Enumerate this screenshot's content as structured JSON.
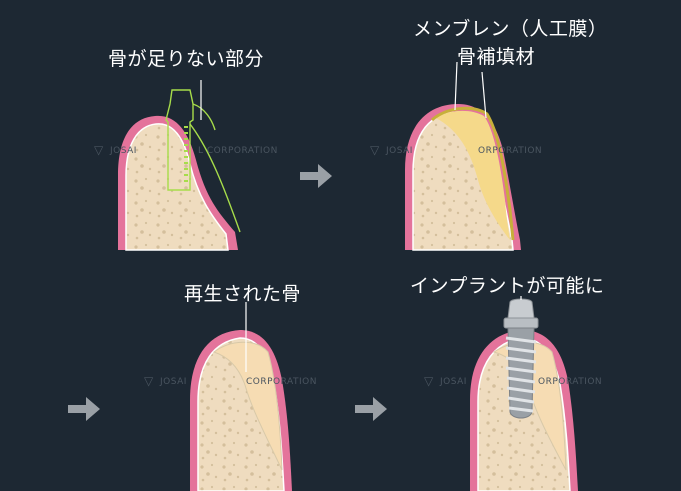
{
  "labels": {
    "step1": "骨が足りない部分",
    "step2_line1": "メンブレン（人工膜）",
    "step2_line2": "骨補填材",
    "step3": "再生された骨",
    "step4": "インプラントが可能に"
  },
  "watermark": {
    "text_1": "JOSAI",
    "text_1b": "L CORPORATION",
    "text_2": "JOSAI",
    "text_2b": "ORPORATION",
    "text_3": "JOSAI",
    "text_3b": "CORPORATION",
    "text_4": "JOSAI",
    "text_4b": "ORPORATION"
  },
  "icons": {
    "arrow": "arrow-right-icon",
    "watermark_logo": "logo-mark-icon"
  },
  "colors": {
    "background": "#1d2833",
    "gum": "#e4739b",
    "bone": "#efdcbf",
    "bone_speckle": "#d4bf9c",
    "membrane": "#f5e06a",
    "graft": "#f5d98a",
    "regen": "#f6dcb3",
    "implant_outline": "#a7dd4a",
    "arrow": "#9aa0a6",
    "text": "#ffffff"
  }
}
